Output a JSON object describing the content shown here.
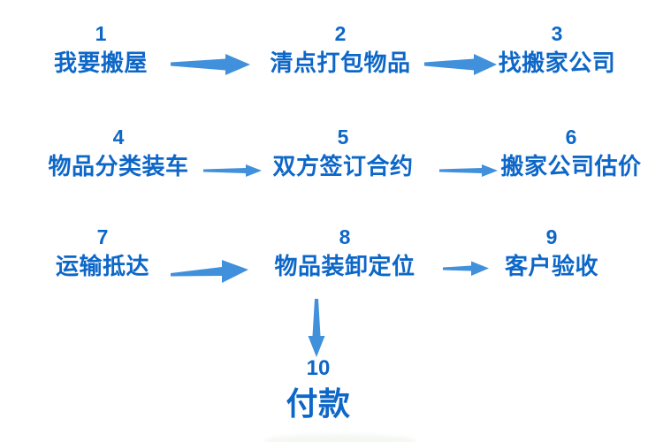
{
  "flowchart": {
    "title_semantic": "moving-house-process-flow",
    "text_color": "#0d67c8",
    "arrow_color": "#4190db",
    "steps": [
      {
        "number": "1",
        "label": "我要搬屋"
      },
      {
        "number": "2",
        "label": "清点打包物品"
      },
      {
        "number": "3",
        "label": "找搬家公司"
      },
      {
        "number": "4",
        "label": "物品分类装车"
      },
      {
        "number": "5",
        "label": "双方签订合约"
      },
      {
        "number": "6",
        "label": "搬家公司估价"
      },
      {
        "number": "7",
        "label": "运输抵达"
      },
      {
        "number": "8",
        "label": "物品装卸定位"
      },
      {
        "number": "9",
        "label": "客户验收"
      },
      {
        "number": "10",
        "label": "付款"
      }
    ],
    "connections": [
      {
        "from": "1",
        "to": "2",
        "direction": "right"
      },
      {
        "from": "2",
        "to": "3",
        "direction": "right"
      },
      {
        "from": "4",
        "to": "5",
        "direction": "right"
      },
      {
        "from": "5",
        "to": "6",
        "direction": "right"
      },
      {
        "from": "7",
        "to": "8",
        "direction": "right"
      },
      {
        "from": "8",
        "to": "9",
        "direction": "right"
      },
      {
        "from": "8",
        "to": "10",
        "direction": "down"
      }
    ]
  }
}
